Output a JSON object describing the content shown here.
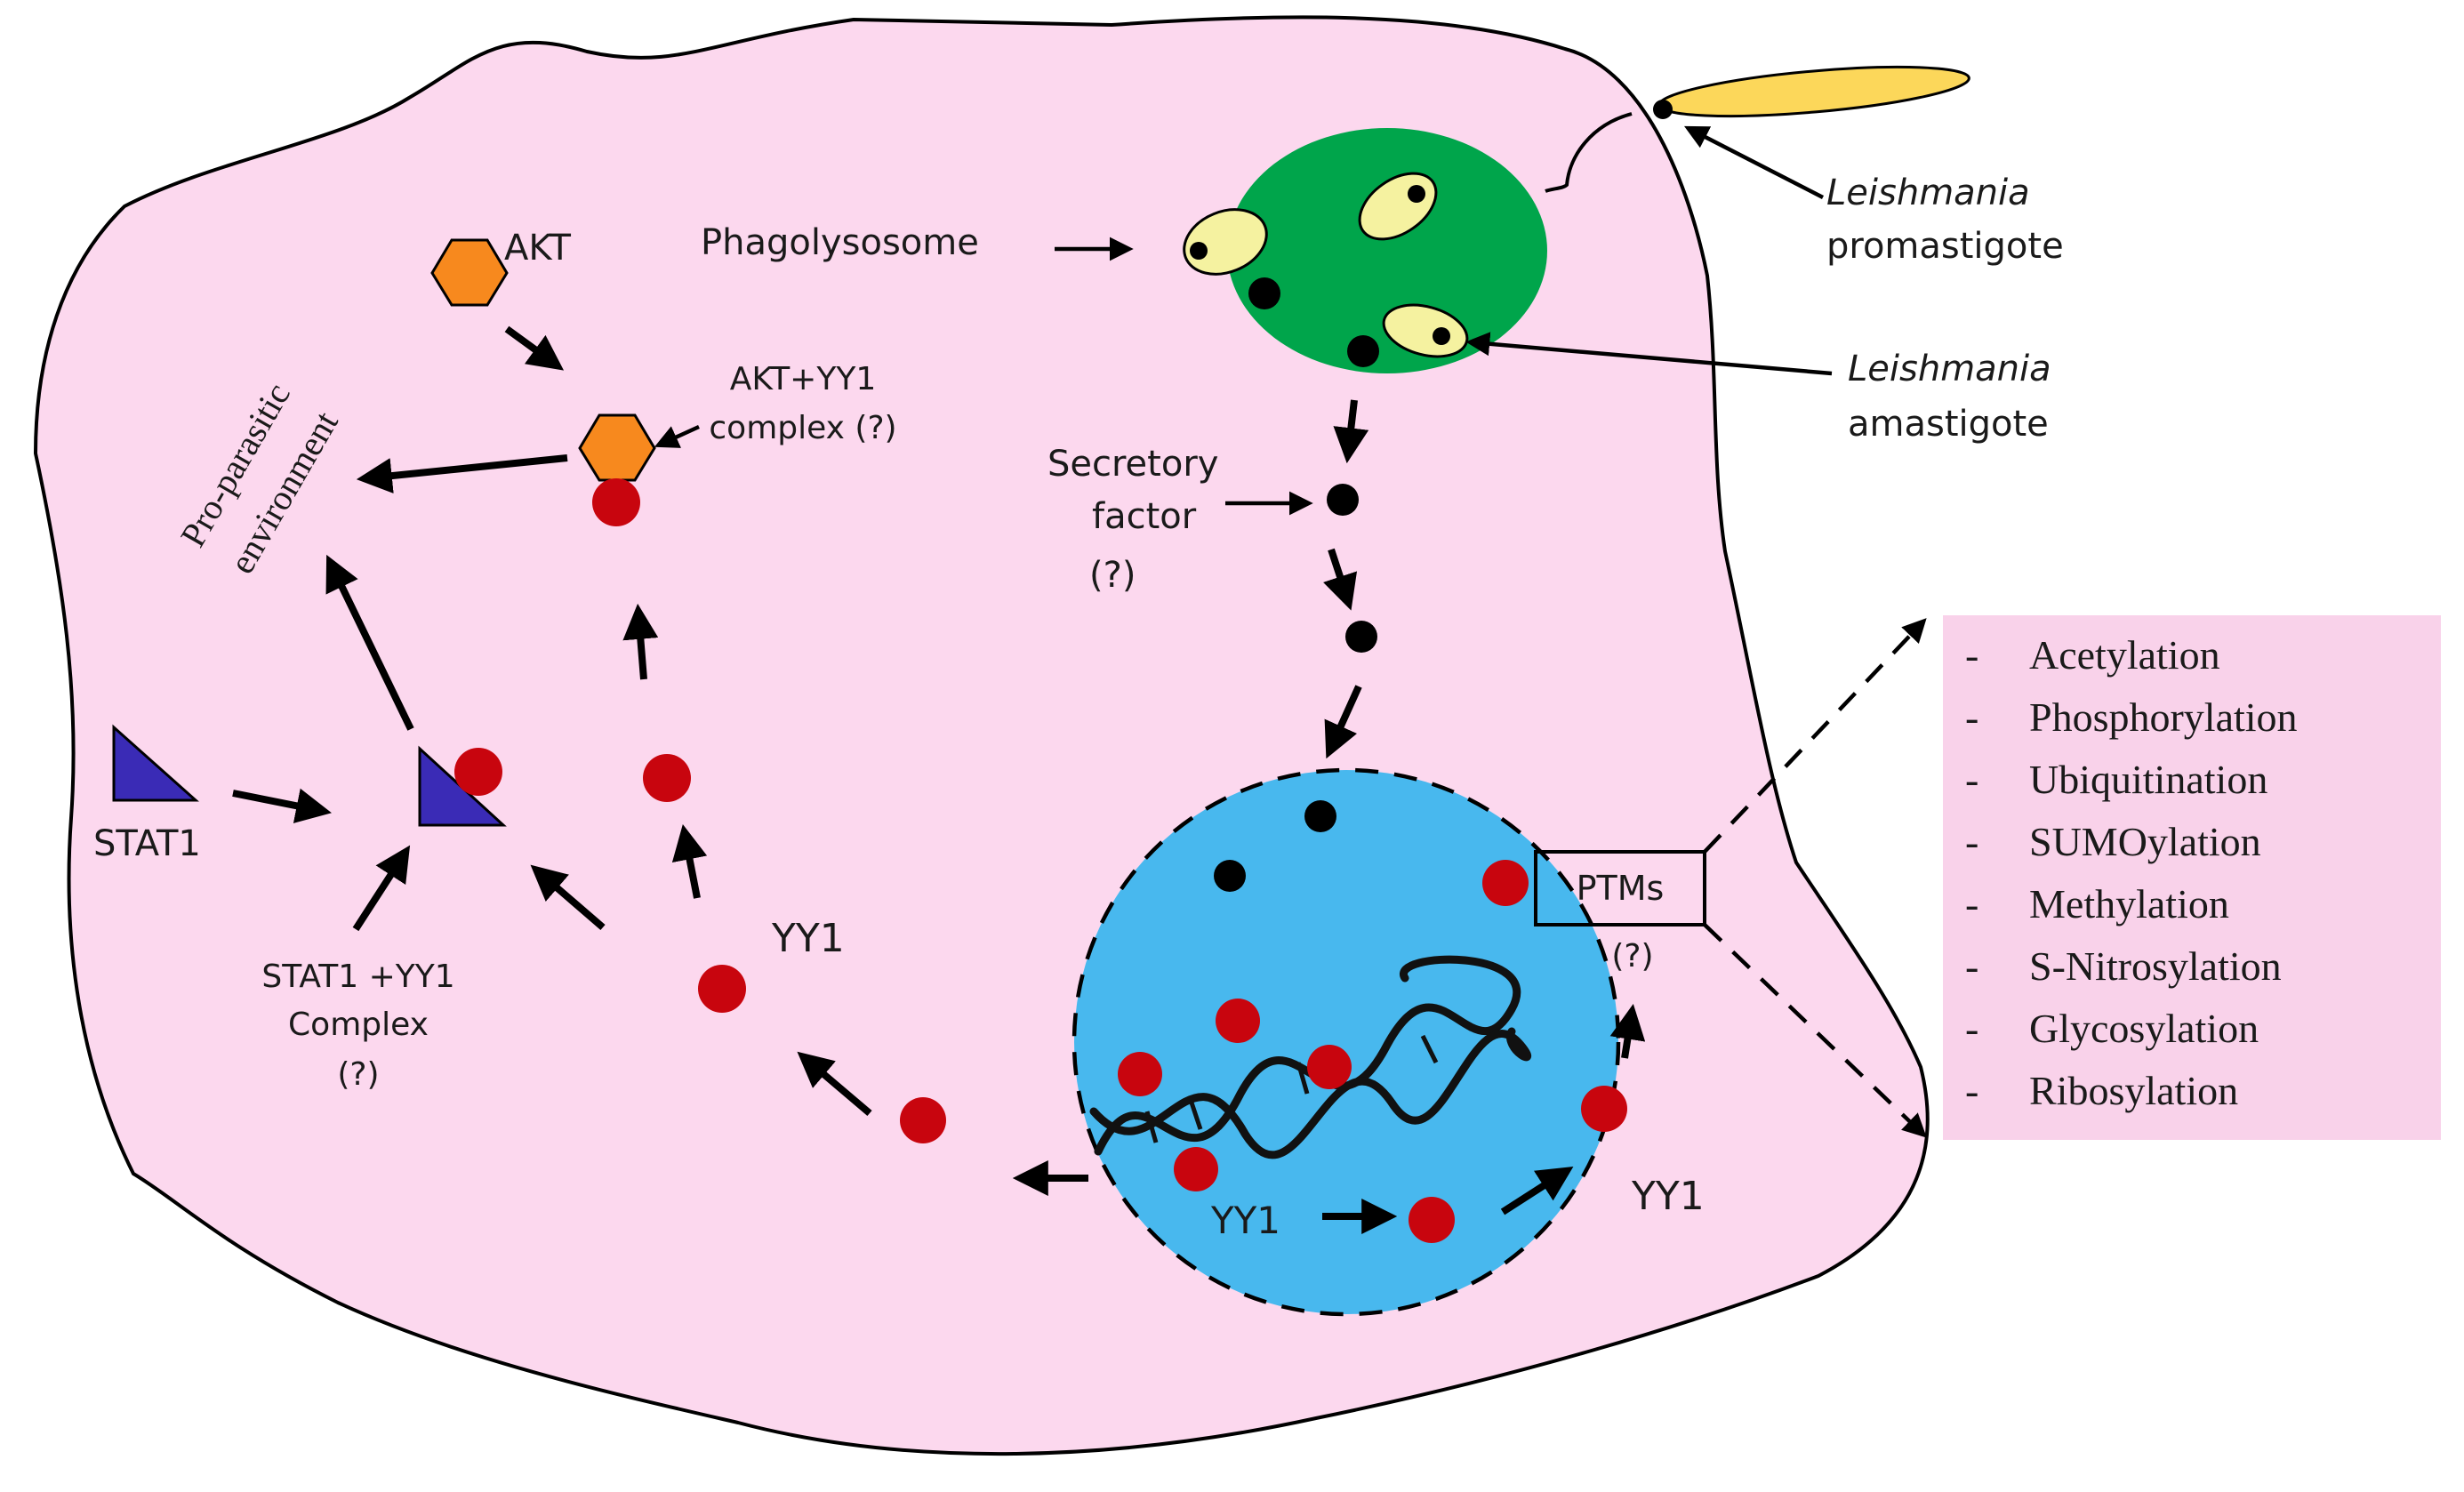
{
  "colors": {
    "cell": "#fcd8ee",
    "phagolysosome": "#00a54b",
    "amastigote": "#f5f2a0",
    "promastigote": "#fcd75a",
    "nucleus": "#48b8ee",
    "yy1": "#c8050e",
    "akt": "#f7891e",
    "stat1": "#3a2bb6",
    "ptm_box": "#f9d2ea"
  },
  "labels": {
    "akt": "AKT",
    "phagolysosome": "Phagolysosome",
    "promastigote_italic": "Leishmania",
    "promastigote_word": "promastigote",
    "amastigote_italic": "Leishmania",
    "amastigote_word": "amastigote",
    "akt_yy1_line1": "AKT+YY1",
    "akt_yy1_line2": "complex (?)",
    "pro_parasitic_line1": "Pro-parasitic",
    "pro_parasitic_line2": "environment",
    "secretory_line1": "Secretory",
    "secretory_line2": "factor",
    "secretory_line3": "(?)",
    "stat1": "STAT1",
    "stat1_yy1_line1": "STAT1 +YY1",
    "stat1_yy1_line2": "Complex",
    "stat1_yy1_line3": "(?)",
    "yy1_left": "YY1",
    "yy1_nucleus": "YY1",
    "yy1_right": "YY1",
    "ptms": "PTMs",
    "ptms_q": "(?)"
  },
  "ptm_list": [
    "Acetylation",
    "Phosphorylation",
    "Ubiquitination",
    "SUMOylation",
    "Methylation",
    "S-Nitrosylation",
    "Glycosylation",
    "Ribosylation"
  ]
}
